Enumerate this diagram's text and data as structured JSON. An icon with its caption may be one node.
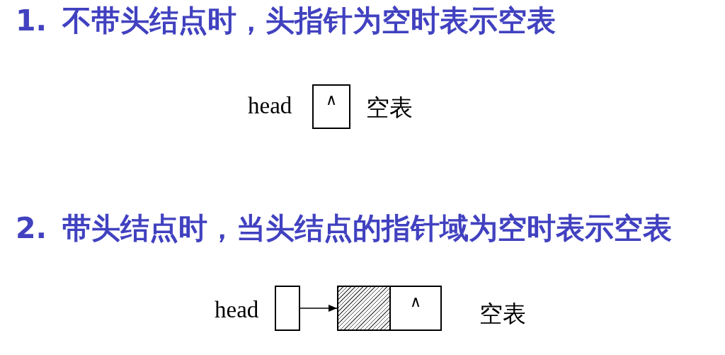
{
  "diagram": {
    "nodes": [
      {
        "text": [
          "∧"
        ],
        "beside": [
          "head",
          "空表"
        ]
      },
      {
        "text": [],
        "shape": "box",
        "beside": [
          "head"
        ]
      },
      {
        "text": [],
        "shape": "box"
      },
      {
        "text": [
          "∧"
        ],
        "beside": [
          "空表"
        ]
      }
    ],
    "edges": [
      {
        "from": 1,
        "to": 2,
        "arrow": "to"
      }
    ],
    "labels": [
      "1. 不带头结点时，头指针为空时表示空表",
      "2. 带头结点时，当头结点的指针域为空时表示空表"
    ]
  }
}
